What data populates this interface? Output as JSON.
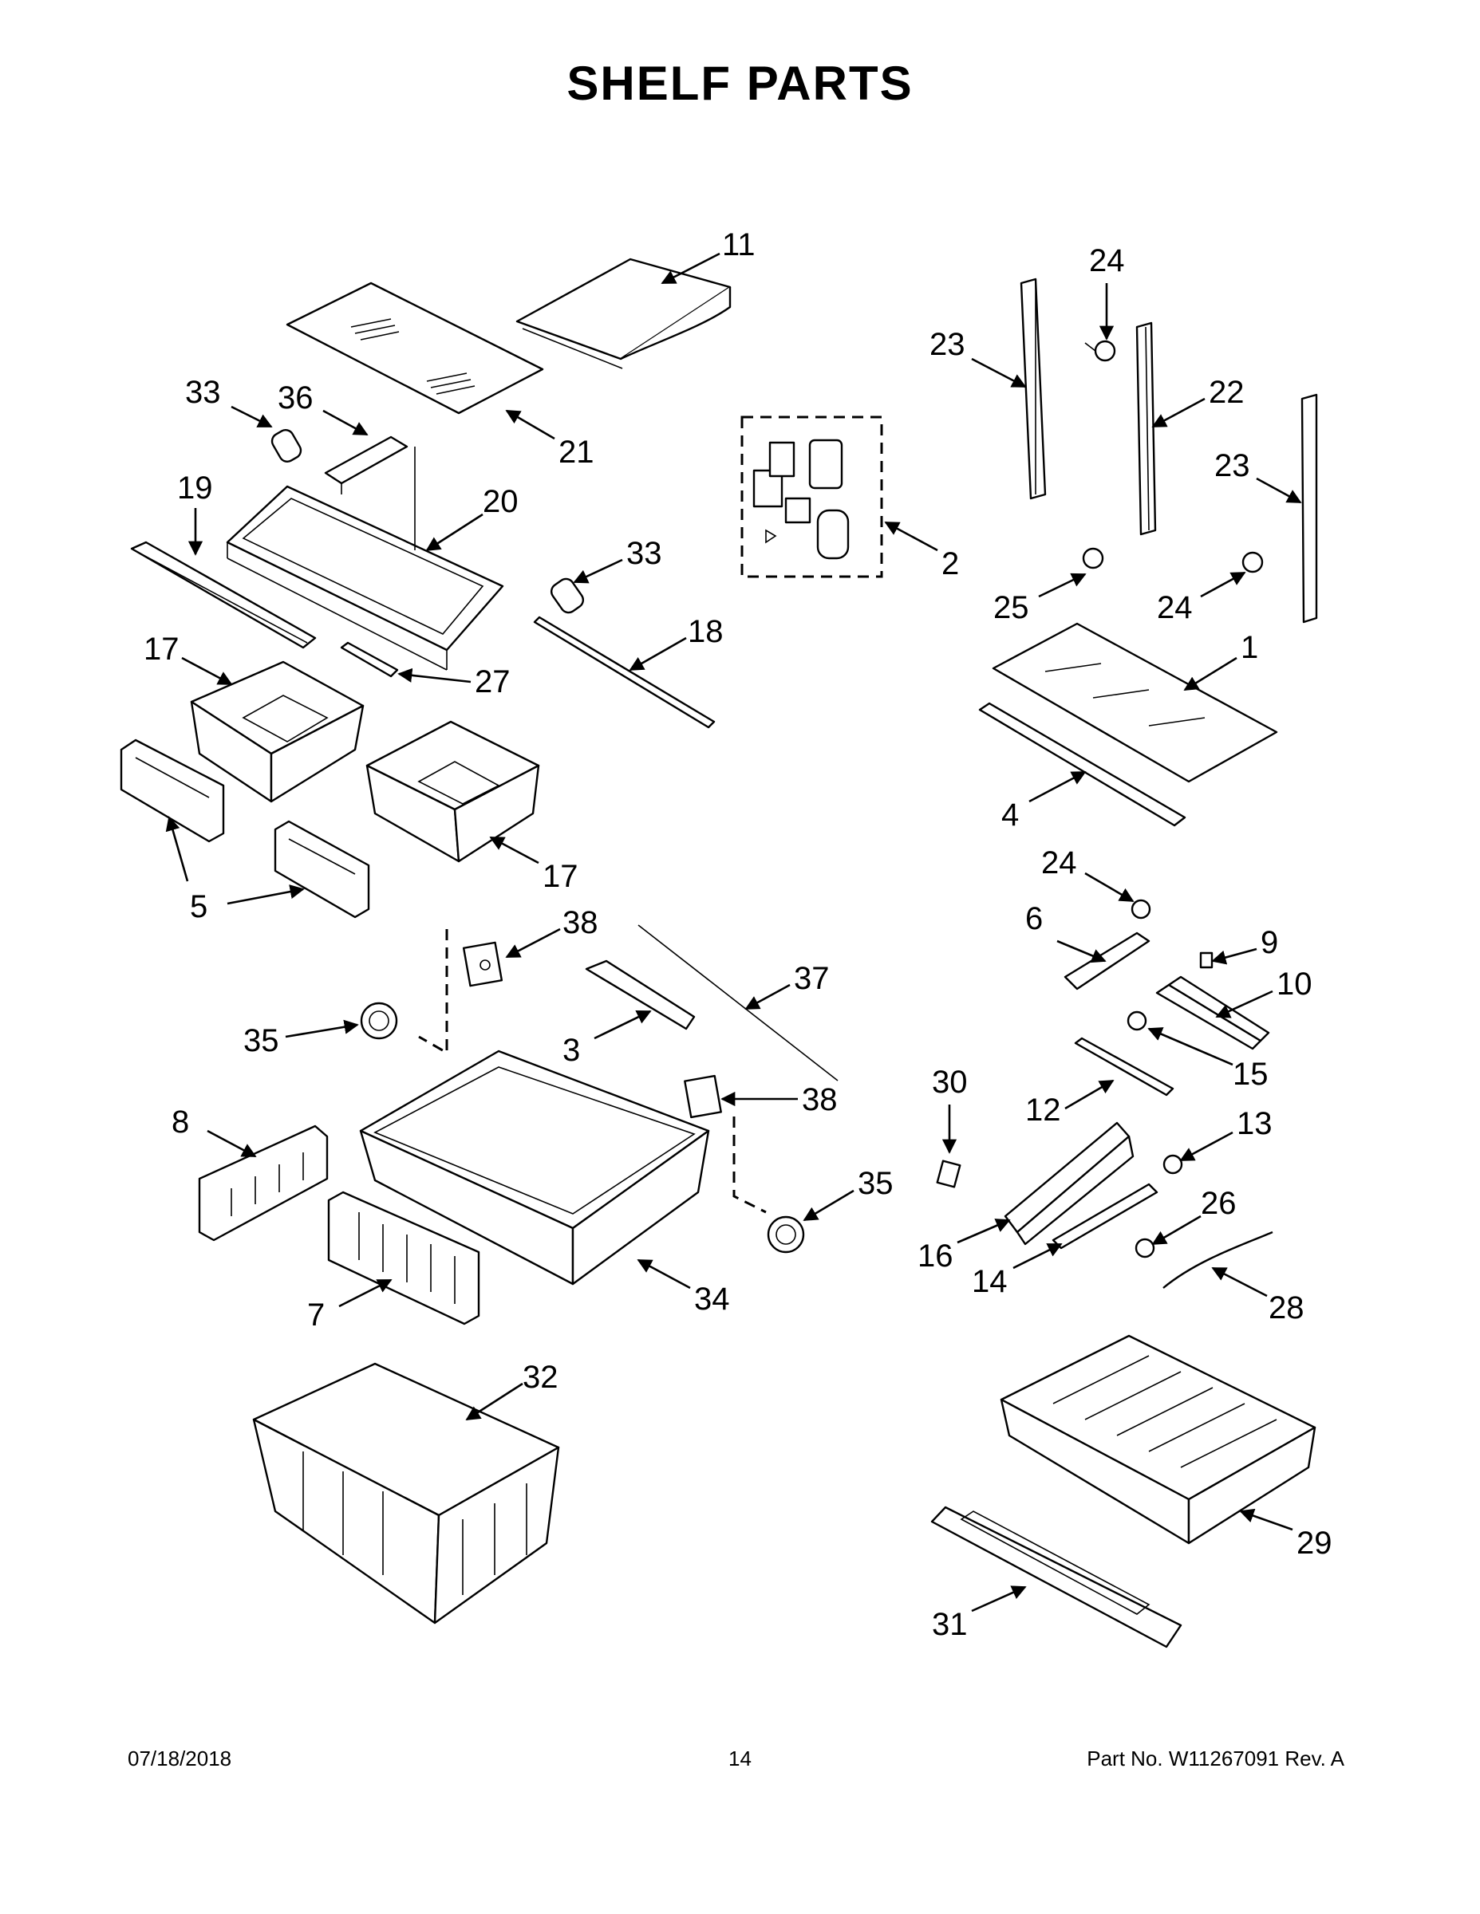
{
  "title": "SHELF PARTS",
  "callouts": [
    "11",
    "24",
    "23",
    "22",
    "23",
    "33",
    "36",
    "21",
    "19",
    "20",
    "33",
    "2",
    "25",
    "24",
    "17",
    "27",
    "18",
    "1",
    "4",
    "5",
    "17",
    "24",
    "6",
    "9",
    "10",
    "38",
    "37",
    "35",
    "3",
    "15",
    "30",
    "38",
    "8",
    "12",
    "13",
    "35",
    "26",
    "16",
    "14",
    "28",
    "7",
    "34",
    "32",
    "29",
    "31"
  ],
  "footer": {
    "date": "07/18/2018",
    "page": "14",
    "part_no": "Part No.  W11267091  Rev.  A"
  }
}
